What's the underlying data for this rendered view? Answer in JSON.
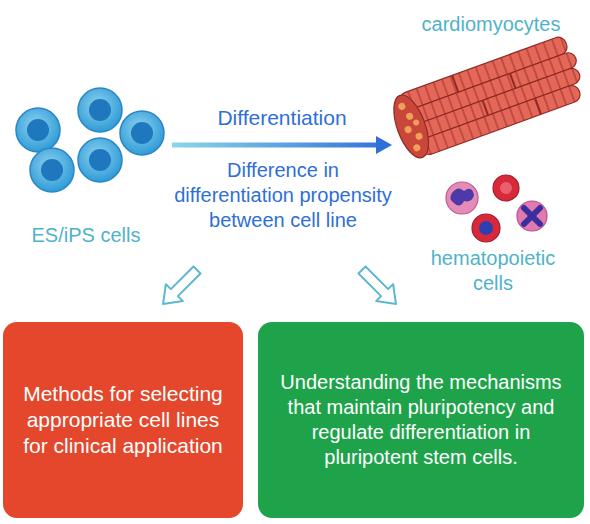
{
  "diagram": {
    "nodes": [
      {
        "text": [
          "ES/iPS cells"
        ]
      },
      {
        "text": [
          "cardiomyocytes"
        ]
      },
      {
        "text": [
          "hematopoietic cells"
        ]
      },
      {
        "text": [
          "Methods for selecting appropriate cell lines for clinical application"
        ]
      },
      {
        "text": [
          "Understanding the mechanisms that maintain pluripotency and regulate differentiation in pluripotent stem cells."
        ]
      }
    ],
    "edges": [
      {
        "from": 0,
        "to": 1,
        "arrow": "to",
        "label": "Differentiation"
      }
    ],
    "labels": [
      "Difference in differentiation propensity between cell line"
    ]
  }
}
